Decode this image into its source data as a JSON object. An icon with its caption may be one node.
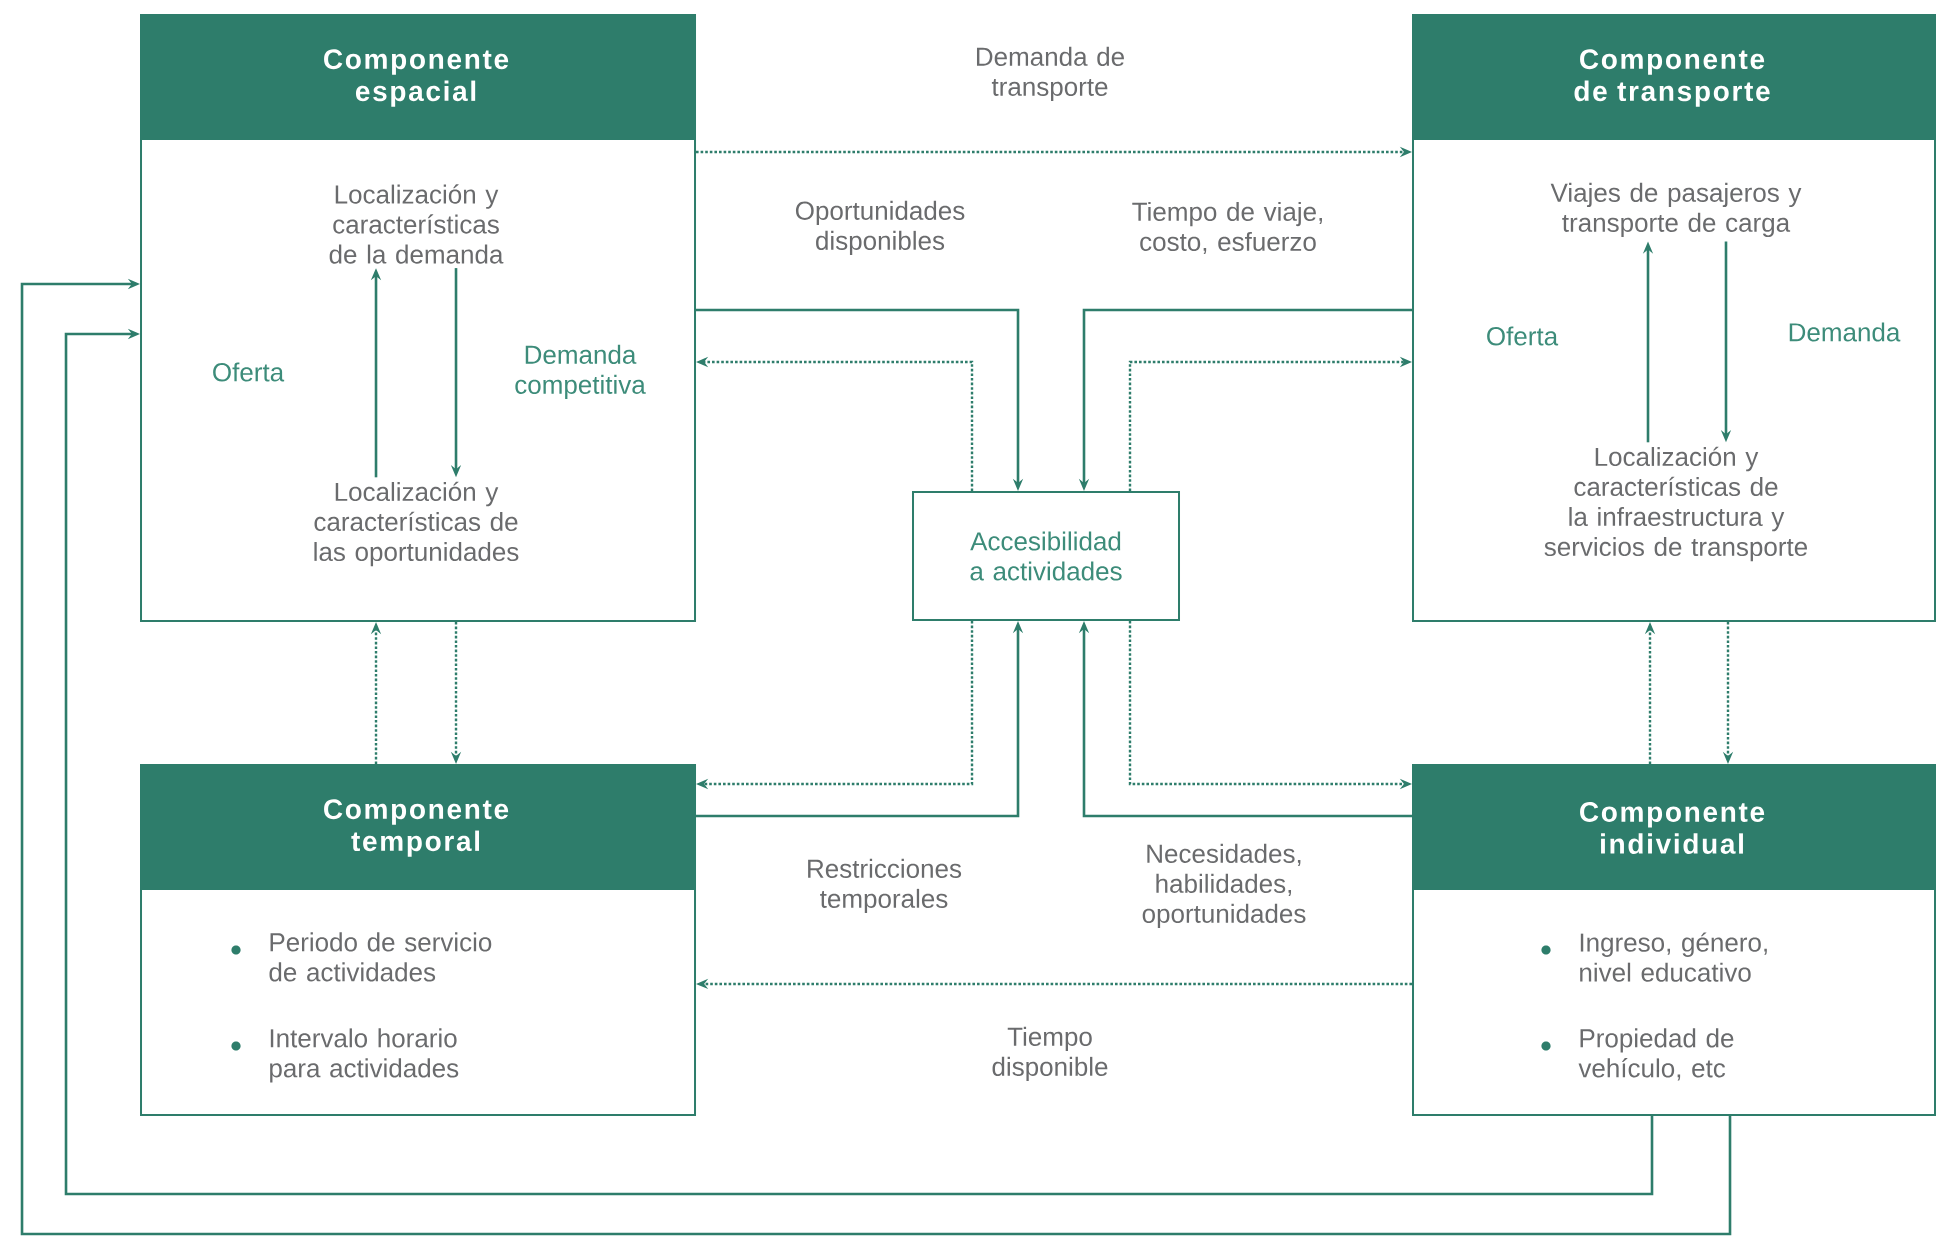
{
  "diagram": {
    "nodes": [
      {
        "text": [
          "Componente espacial"
        ]
      },
      {
        "text": [
          "Localización y características de la demanda"
        ],
        "in": 0
      },
      {
        "text": [
          "Localización y características de las oportunidades"
        ],
        "in": 0
      },
      {
        "text": [
          "Componente de transporte"
        ]
      },
      {
        "text": [
          "Viajes de pasajeros y transporte de carga"
        ],
        "in": 3
      },
      {
        "text": [
          "Localización y características de la infraestructura y servicios de transporte"
        ],
        "in": 3
      },
      {
        "text": [
          "Accesibilidad a actividades"
        ]
      },
      {
        "text": [
          "Componente temporal",
          "Periodo de servicio de actividades",
          "Intervalo horario para actividades"
        ]
      },
      {
        "text": [
          "Componente individual",
          "Ingreso, género, nivel educativo",
          "Propiedad de vehículo, etc"
        ]
      }
    ],
    "edges": [
      {
        "from": 0,
        "to": 3,
        "arrow": "to",
        "style": "dashed",
        "label": "Demanda de transporte"
      },
      {
        "from": 0,
        "to": 6,
        "arrow": "to",
        "label": "Oportunidades disponibles"
      },
      {
        "from": 3,
        "to": 6,
        "arrow": "to",
        "label": "Tiempo de viaje, costo, esfuerzo"
      },
      {
        "from": 6,
        "to": 0,
        "arrow": "to",
        "style": "dashed"
      },
      {
        "from": 6,
        "to": 3,
        "arrow": "to",
        "style": "dashed"
      },
      {
        "from": 7,
        "to": 0,
        "arrow": "to",
        "style": "dashed"
      },
      {
        "from": 0,
        "to": 7,
        "arrow": "to",
        "style": "dashed"
      },
      {
        "from": 8,
        "to": 3,
        "arrow": "to",
        "style": "dashed"
      },
      {
        "from": 3,
        "to": 8,
        "arrow": "to",
        "style": "dashed"
      },
      {
        "from": 6,
        "to": 7,
        "arrow": "to",
        "style": "dashed"
      },
      {
        "from": 6,
        "to": 8,
        "arrow": "to",
        "style": "dashed"
      },
      {
        "from": 7,
        "to": 6,
        "arrow": "to",
        "label": "Restricciones temporales"
      },
      {
        "from": 8,
        "to": 6,
        "arrow": "to",
        "label": "Necesidades, habilidades, oportunidades"
      },
      {
        "from": 8,
        "to": 7,
        "arrow": "to",
        "style": "dashed",
        "label": "Tiempo disponible"
      },
      {
        "from": 8,
        "to": 0,
        "arrow": "to"
      },
      {
        "from": 8,
        "to": 0,
        "arrow": "to"
      },
      {
        "from": 2,
        "to": 1,
        "arrow": "to",
        "label": "Oferta"
      },
      {
        "from": 1,
        "to": 2,
        "arrow": "to",
        "label": "Demanda competitiva"
      },
      {
        "from": 5,
        "to": 4,
        "arrow": "to",
        "label": "Oferta"
      },
      {
        "from": 4,
        "to": 5,
        "arrow": "to",
        "label": "Demanda"
      }
    ]
  }
}
